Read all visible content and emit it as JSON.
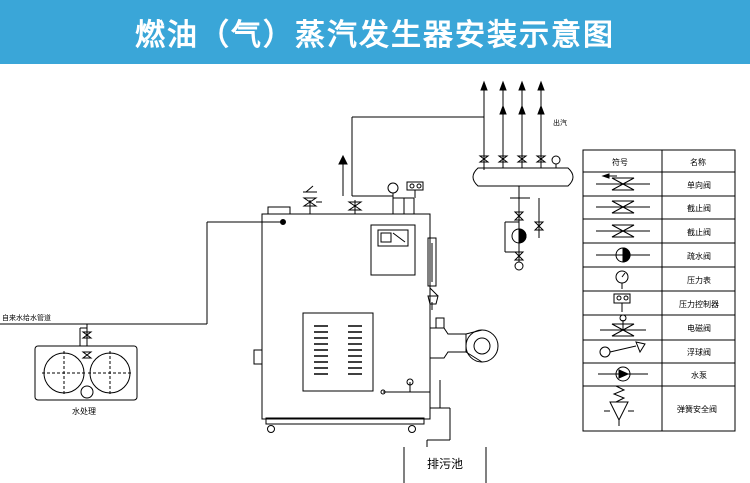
{
  "title": "燃油（气）蒸汽发生器安装示意图",
  "labels": {
    "water_supply": "自来水给水管道",
    "water_treatment": "水处理",
    "drain_pool": "排污池",
    "steam_out": "出汽"
  },
  "legend": {
    "header_symbol": "符号",
    "header_name": "名称",
    "rows": [
      {
        "icon": "check-valve-icon",
        "name": "单向阀"
      },
      {
        "icon": "stop-valve-icon",
        "name": "截止阀"
      },
      {
        "icon": "stop-valve-icon",
        "name": "截止阀"
      },
      {
        "icon": "drain-valve-icon",
        "name": "疏水阀"
      },
      {
        "icon": "pressure-gauge-icon",
        "name": "压力表"
      },
      {
        "icon": "pressure-controller-icon",
        "name": "压力控制器"
      },
      {
        "icon": "solenoid-valve-icon",
        "name": "电磁阀"
      },
      {
        "icon": "float-valve-icon",
        "name": "浮球阀"
      },
      {
        "icon": "water-pump-icon",
        "name": "水泵"
      },
      {
        "icon": "spring-safety-valve-icon",
        "name": "弹簧安全阀"
      }
    ]
  }
}
